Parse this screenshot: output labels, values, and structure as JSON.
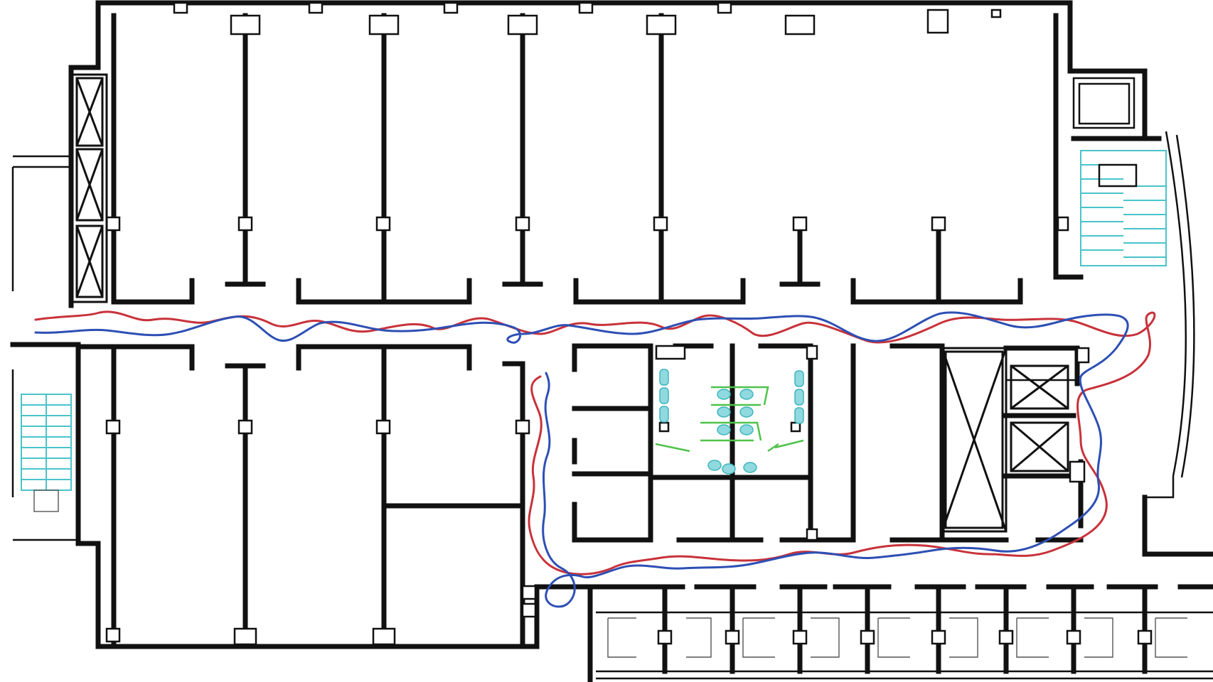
{
  "map": {
    "type": "building-floor-plan",
    "background": "#ffffff",
    "wall_color": "#111111",
    "stair_color": "#49c4c9",
    "restroom_fixture_color": "#8fd9df",
    "partition_color": "#4fc24a",
    "elevator_shafts": 2,
    "stairwells": 2,
    "restrooms": 2
  },
  "trajectories": [
    {
      "id": "trajectory-red",
      "color": "#c8323a"
    },
    {
      "id": "trajectory-blue",
      "color": "#2d4fb4"
    }
  ]
}
